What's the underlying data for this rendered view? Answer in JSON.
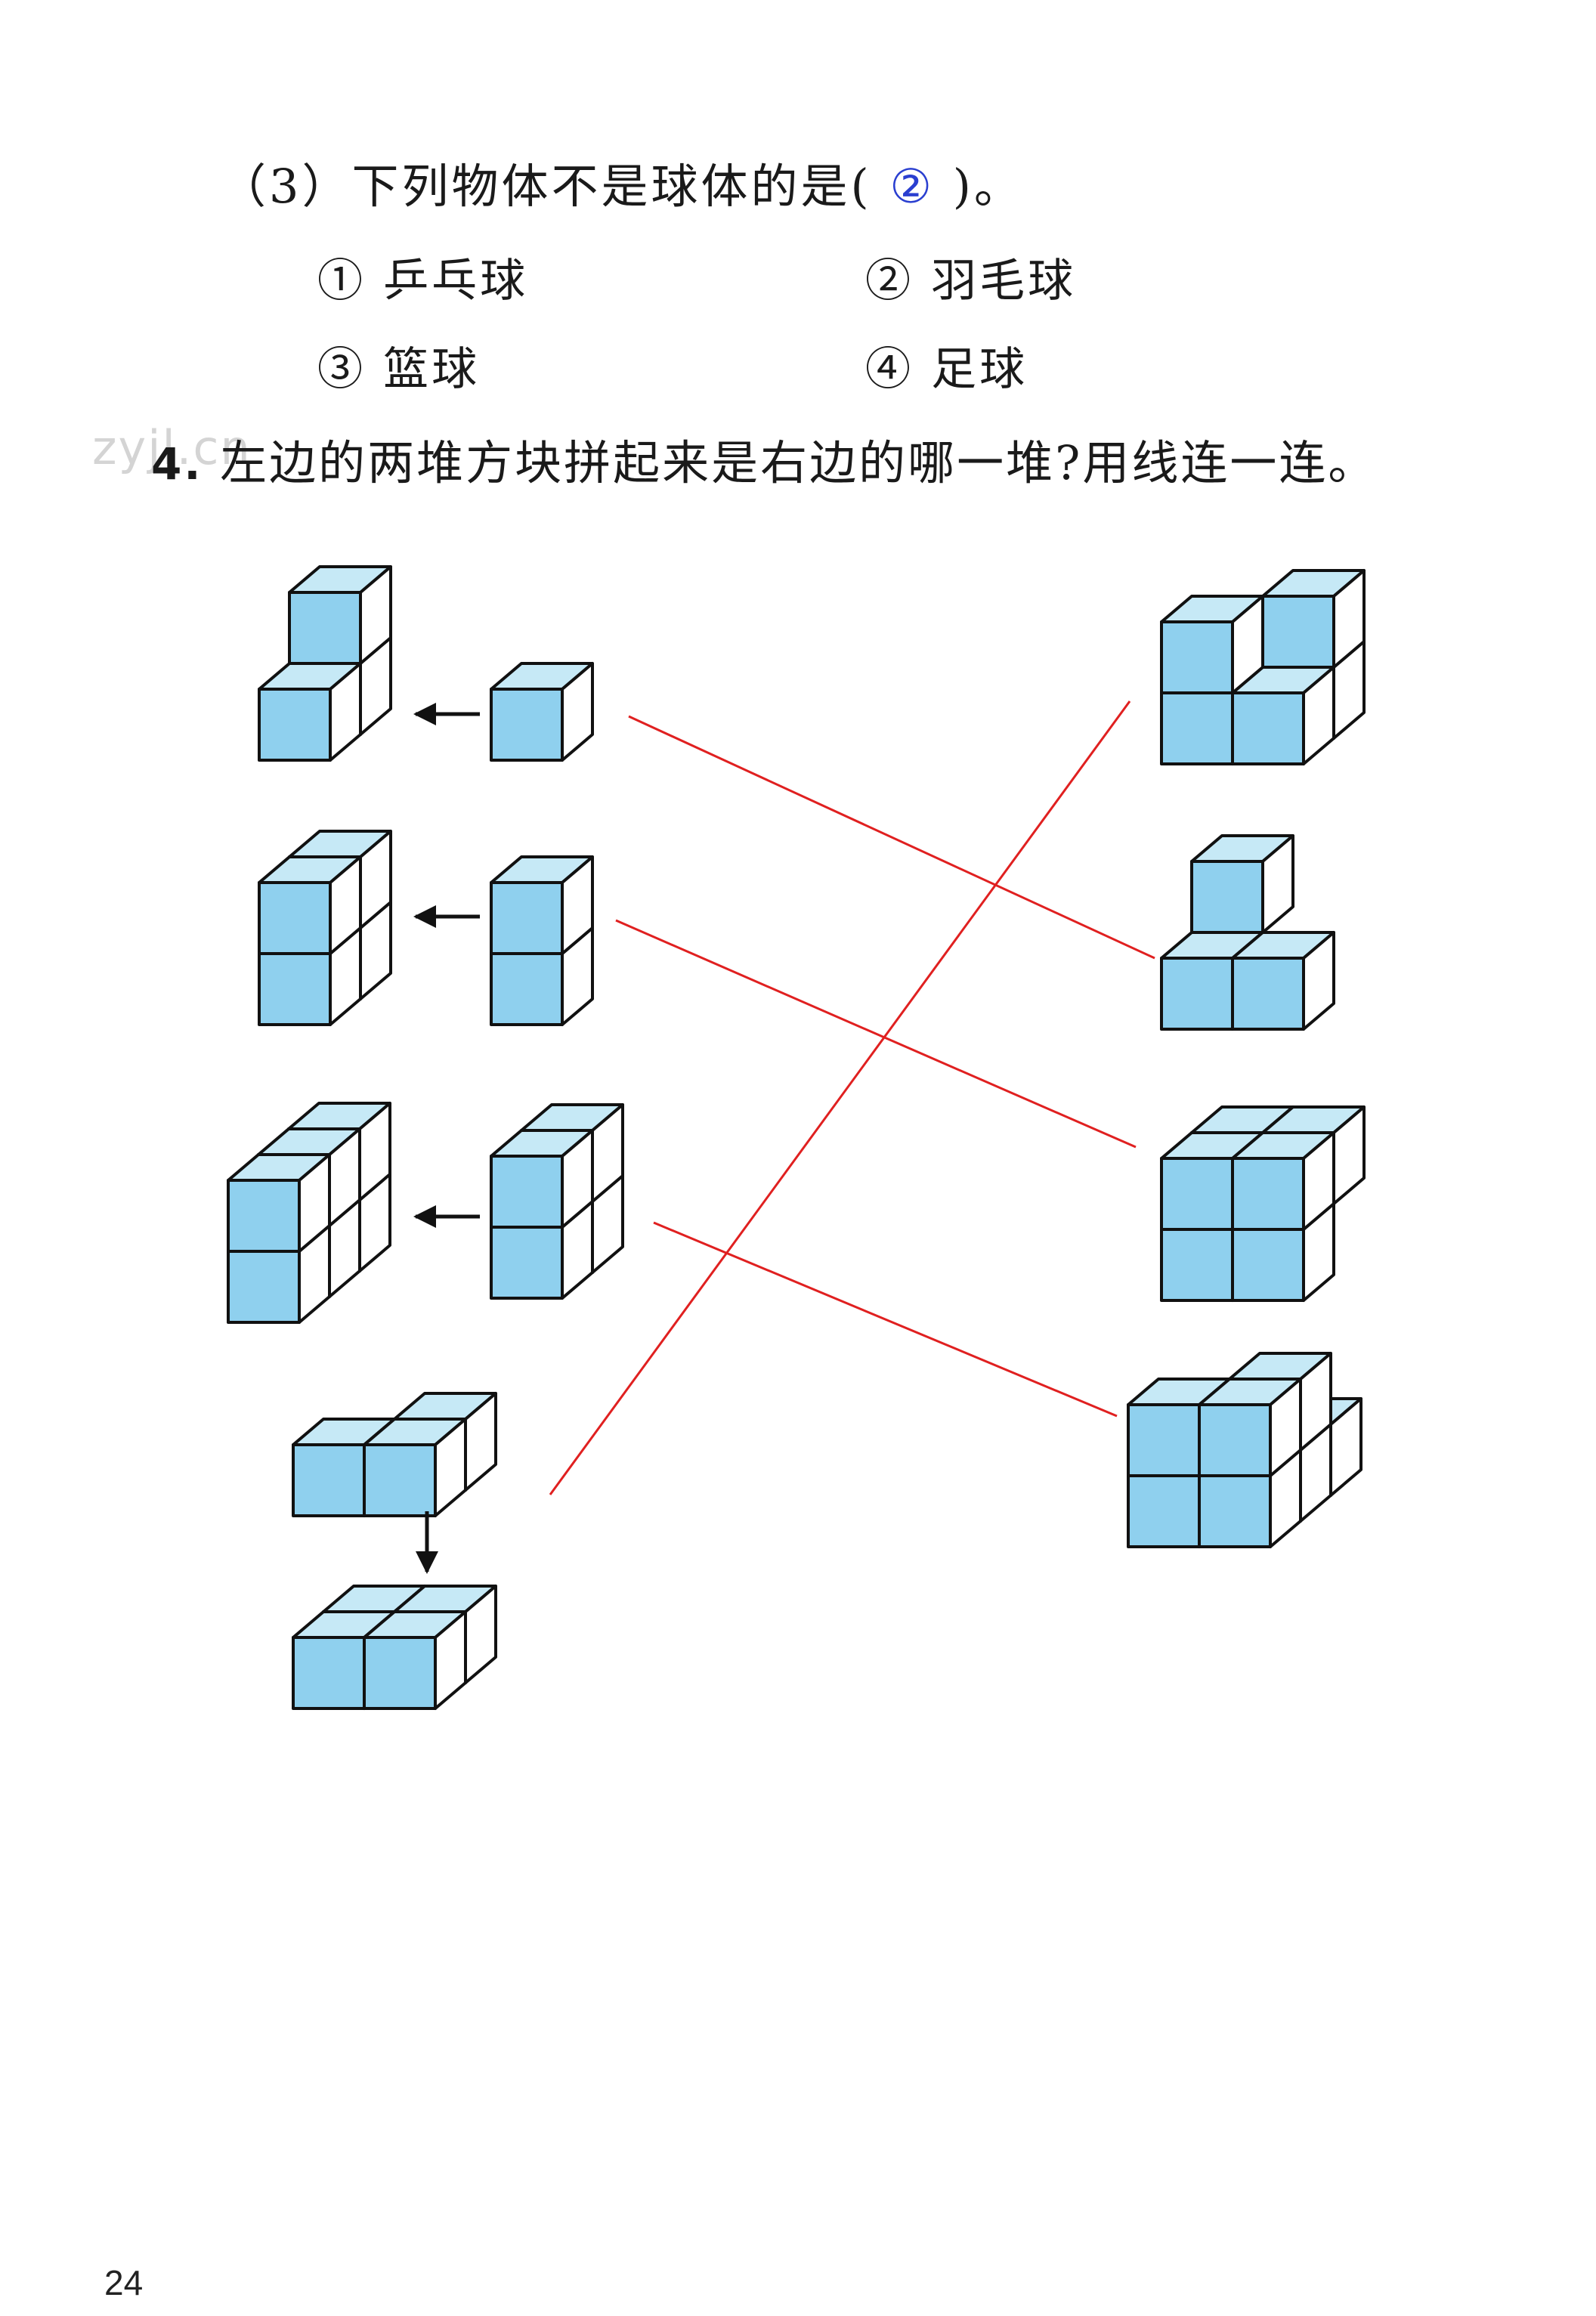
{
  "q3": {
    "label": "（3）",
    "stem": "下列物体不是球体的是(",
    "answer": "②",
    "end": ")。",
    "options": [
      {
        "text": "① 乒乓球"
      },
      {
        "text": "② 羽毛球"
      },
      {
        "text": "③ 篮球"
      },
      {
        "text": "④ 足球"
      }
    ]
  },
  "q4": {
    "number": "4.",
    "text": "左边的两堆方块拼起来是右边的哪一堆?用线连一连。"
  },
  "watermark": "zyjl.cn",
  "page_number": "24",
  "colors": {
    "cube_front": "#8fd0ee",
    "cube_top": "#c6e9f6",
    "cube_side": "#ffffff",
    "line": "#e02020",
    "answer": "#2a3fd0"
  },
  "matching": [
    {
      "left_pair": 1,
      "right_stack": 2
    },
    {
      "left_pair": 2,
      "right_stack": 3
    },
    {
      "left_pair": 3,
      "right_stack": 4
    },
    {
      "left_pair": 4,
      "right_stack": 1
    }
  ]
}
